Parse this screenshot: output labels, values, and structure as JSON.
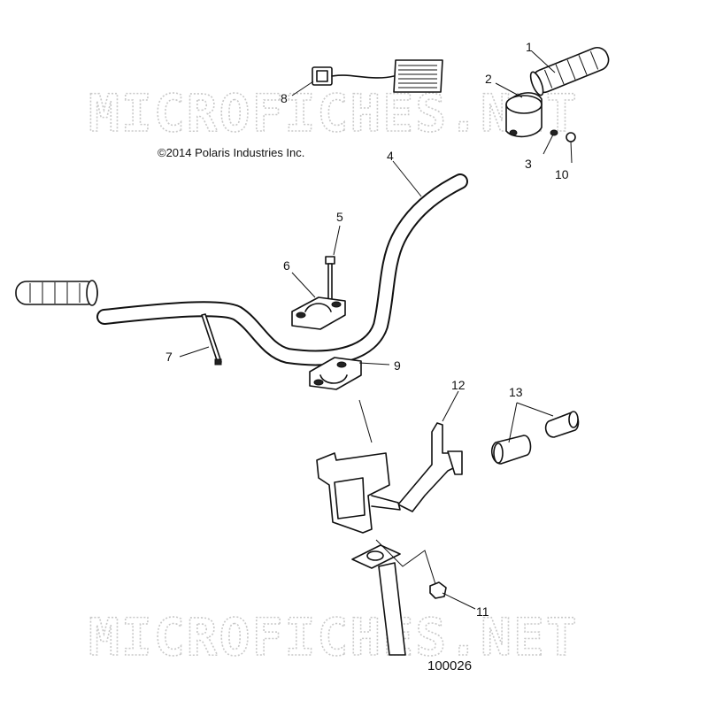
{
  "diagram": {
    "copyright": "©2014 Polaris Industries Inc.",
    "figure_number": "100026",
    "watermark": "MICROFICHES.NET",
    "callouts": [
      "1",
      "2",
      "3",
      "4",
      "5",
      "6",
      "7",
      "8",
      "9",
      "10",
      "11",
      "12",
      "13"
    ],
    "colors": {
      "line": "#111111",
      "watermark": "#c9c9c9",
      "background": "#ffffff"
    },
    "parts": [
      "grip-right",
      "grip-heater-pad",
      "screw",
      "handlebar",
      "bolt",
      "upper-clamp",
      "cable-tie",
      "heater-harness",
      "lower-clamp",
      "nut",
      "flange-nut",
      "bracket",
      "grip-inserts",
      "grip-left",
      "mount-bracket",
      "steering-post"
    ]
  }
}
